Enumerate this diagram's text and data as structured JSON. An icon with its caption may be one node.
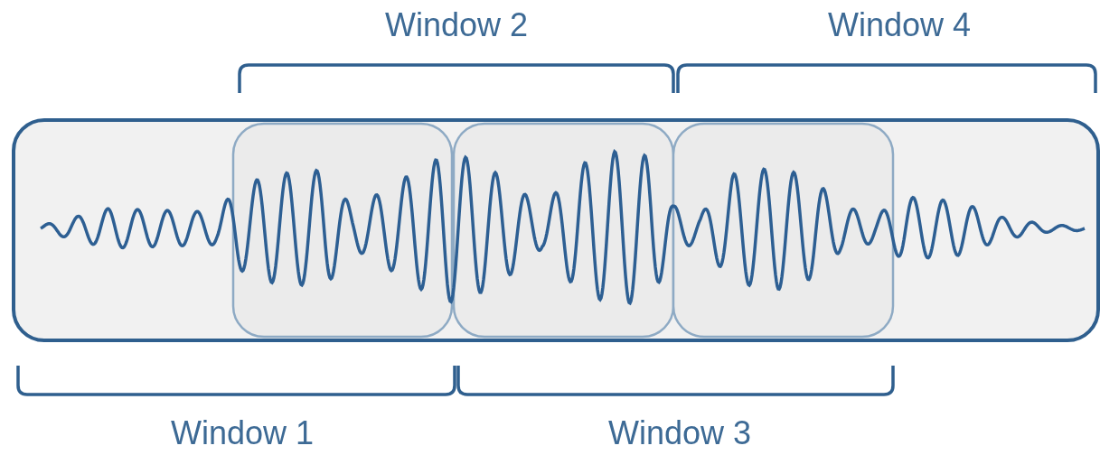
{
  "diagram": {
    "labels": [
      "Window 2",
      "Window 4",
      "Window 1",
      "Window 3"
    ]
  }
}
